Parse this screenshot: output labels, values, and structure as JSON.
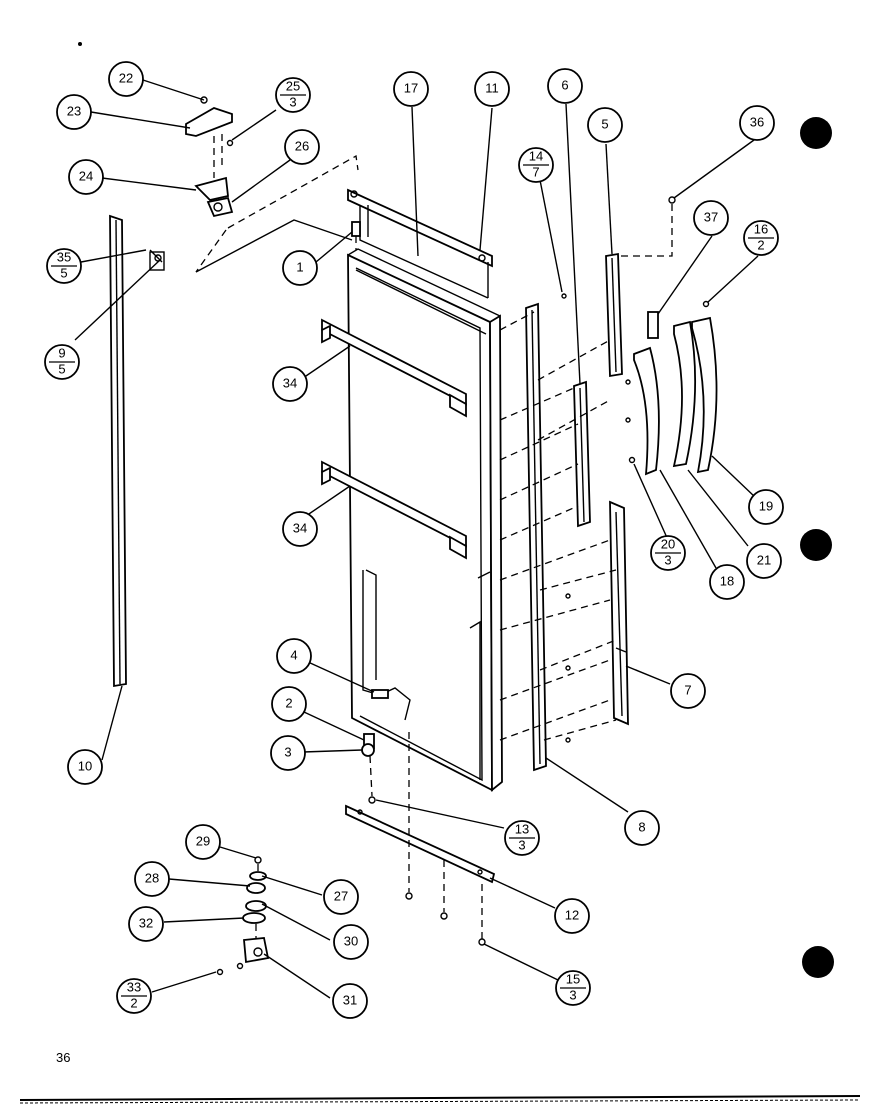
{
  "page_number": "36",
  "callouts": [
    {
      "id": "c22",
      "label": "22"
    },
    {
      "id": "c23",
      "label": "23"
    },
    {
      "id": "c25",
      "num": "25",
      "den": "3"
    },
    {
      "id": "c26",
      "label": "26"
    },
    {
      "id": "c24",
      "label": "24"
    },
    {
      "id": "c35",
      "num": "35",
      "den": "5"
    },
    {
      "id": "c9",
      "num": "9",
      "den": "5"
    },
    {
      "id": "c10",
      "label": "10"
    },
    {
      "id": "c17",
      "label": "17"
    },
    {
      "id": "c11",
      "label": "11"
    },
    {
      "id": "c1",
      "label": "1"
    },
    {
      "id": "c34a",
      "label": "34"
    },
    {
      "id": "c34b",
      "label": "34"
    },
    {
      "id": "c4",
      "label": "4"
    },
    {
      "id": "c2",
      "label": "2"
    },
    {
      "id": "c3",
      "label": "3"
    },
    {
      "id": "c13",
      "num": "13",
      "den": "3"
    },
    {
      "id": "c12",
      "label": "12"
    },
    {
      "id": "c15",
      "num": "15",
      "den": "3"
    },
    {
      "id": "c29",
      "label": "29"
    },
    {
      "id": "c28",
      "label": "28"
    },
    {
      "id": "c27",
      "label": "27"
    },
    {
      "id": "c32",
      "label": "32"
    },
    {
      "id": "c30",
      "label": "30"
    },
    {
      "id": "c33",
      "num": "33",
      "den": "2"
    },
    {
      "id": "c31",
      "label": "31"
    },
    {
      "id": "c14",
      "num": "14",
      "den": "7"
    },
    {
      "id": "c6",
      "label": "6"
    },
    {
      "id": "c5",
      "label": "5"
    },
    {
      "id": "c36",
      "label": "36"
    },
    {
      "id": "c37",
      "label": "37"
    },
    {
      "id": "c16",
      "num": "16",
      "den": "2"
    },
    {
      "id": "c19",
      "label": "19"
    },
    {
      "id": "c21",
      "label": "21"
    },
    {
      "id": "c18",
      "label": "18"
    },
    {
      "id": "c20",
      "num": "20",
      "den": "3"
    },
    {
      "id": "c7",
      "label": "7"
    },
    {
      "id": "c8",
      "label": "8"
    }
  ]
}
